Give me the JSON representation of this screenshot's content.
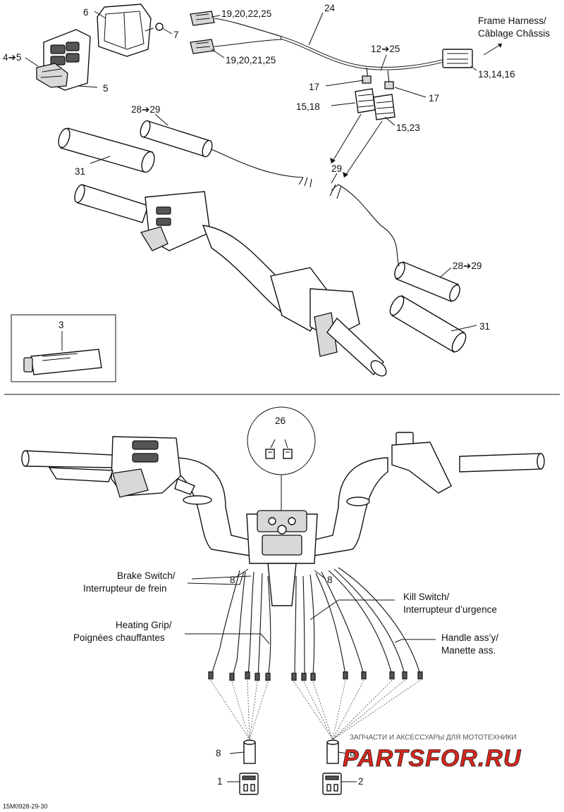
{
  "diagram_id": "15M0928-29-30",
  "callouts": {
    "c1": "1",
    "c2": "2",
    "c3": "3",
    "c4_5": "4➔5",
    "c5": "5",
    "c6": "6",
    "c7": "7",
    "c8a": "8",
    "c8b": "8",
    "c8c": "8",
    "c8d": "8",
    "c12_25": "12➔25",
    "c13_14_16": "13,14,16",
    "c15_18": "15,18",
    "c15_23": "15,23",
    "c17a": "17",
    "c17b": "17",
    "c19_20_21_25": "19,20,21,25",
    "c19_20_22_25": "19,20,22,25",
    "c24": "24",
    "c26": "26",
    "c28_29a": "28➔29",
    "c28_29b": "28➔29",
    "c29": "29",
    "c31a": "31",
    "c31b": "31"
  },
  "labels": {
    "frame_harness_1": "Frame Harness/",
    "frame_harness_2": "Câblage Châssis",
    "brake_switch_1": "Brake Switch/",
    "brake_switch_2": "Interrupteur de frein",
    "kill_switch_1": "Kill Switch/",
    "kill_switch_2": "Interrupteur d’urgence",
    "heating_grip_1": "Heating Grip/",
    "heating_grip_2": "Poignées chauffantes",
    "handle_assy_1": "Handle ass’y/",
    "handle_assy_2": "Manette ass."
  },
  "watermark": {
    "line1": "ЗАПЧАСТИ И АКСЕССУАРЫ ДЛЯ МОТОТЕХНИКИ",
    "logo": "PARTSFOR.RU",
    "color_red": "#d8261d",
    "color_dark": "#222222"
  }
}
